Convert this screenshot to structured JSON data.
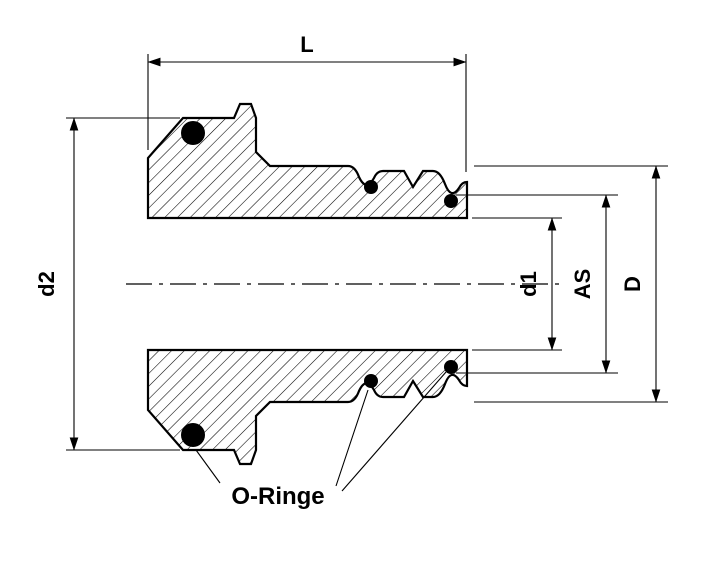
{
  "drawing": {
    "background_color": "#ffffff",
    "line_color": "#000000",
    "labels": {
      "length": "L",
      "flange_diameter": "d2",
      "bore_diameter": "d1",
      "seal_diameter": "AS",
      "outer_diameter": "D",
      "oring_callout": "O-Ringe"
    }
  }
}
